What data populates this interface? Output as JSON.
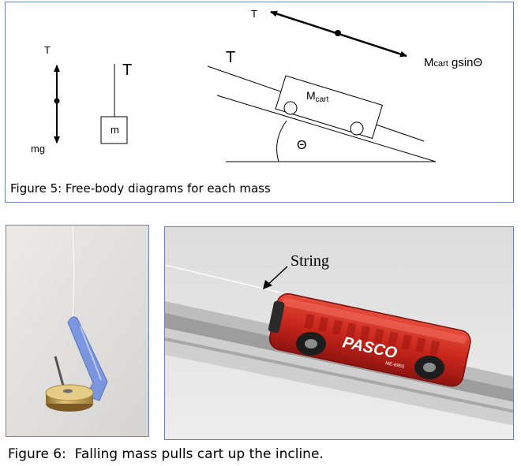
{
  "figure5": {
    "caption": "Figure 5: Free-body diagrams for each mass",
    "hanging_mass": {
      "tension_label": "T",
      "weight_label": "mg",
      "block_label": "m",
      "string_tension_label": "T"
    },
    "cart": {
      "force_up_label": "T",
      "force_down_prefix": "M",
      "force_down_sub": "cart",
      "force_down_suffix": " gsinΘ",
      "incline_tension_label": "T",
      "cart_label_main": "M",
      "cart_label_sub": "cart",
      "angle_label": "Θ"
    }
  },
  "figure6": {
    "caption": "Figure 6:  Falling mass pulls cart up the incline.",
    "string_label": "String",
    "brand_text": "PASCO",
    "model_text": "ME-6950"
  }
}
